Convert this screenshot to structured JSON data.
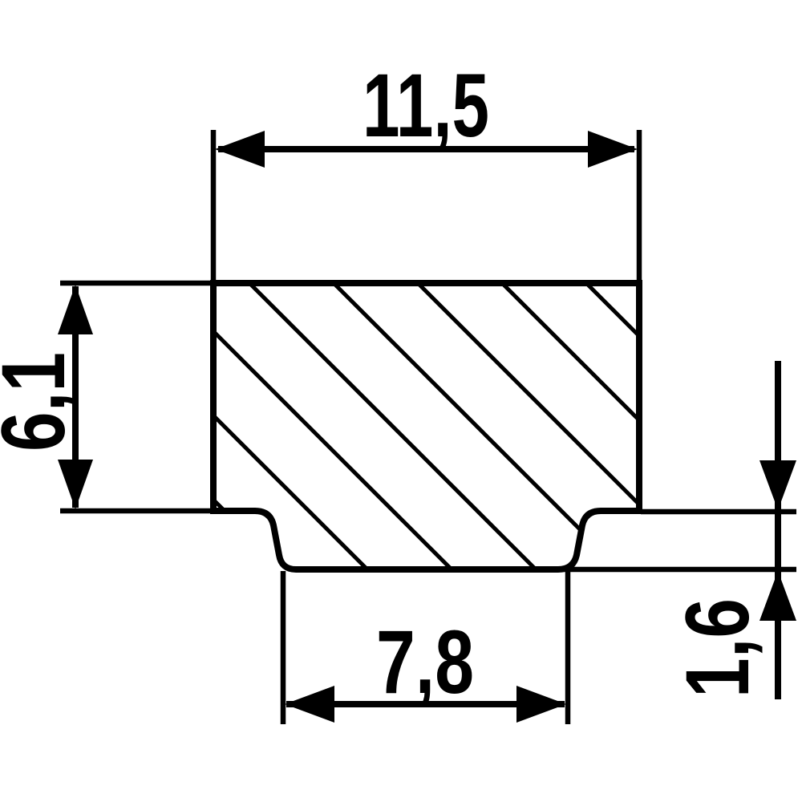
{
  "colors": {
    "ink": "#000000",
    "background": "#ffffff"
  },
  "dimensions": {
    "top_width": "11,5",
    "left_height": "6,1",
    "bottom_width": "7,8",
    "right_step_height": "1,6"
  }
}
